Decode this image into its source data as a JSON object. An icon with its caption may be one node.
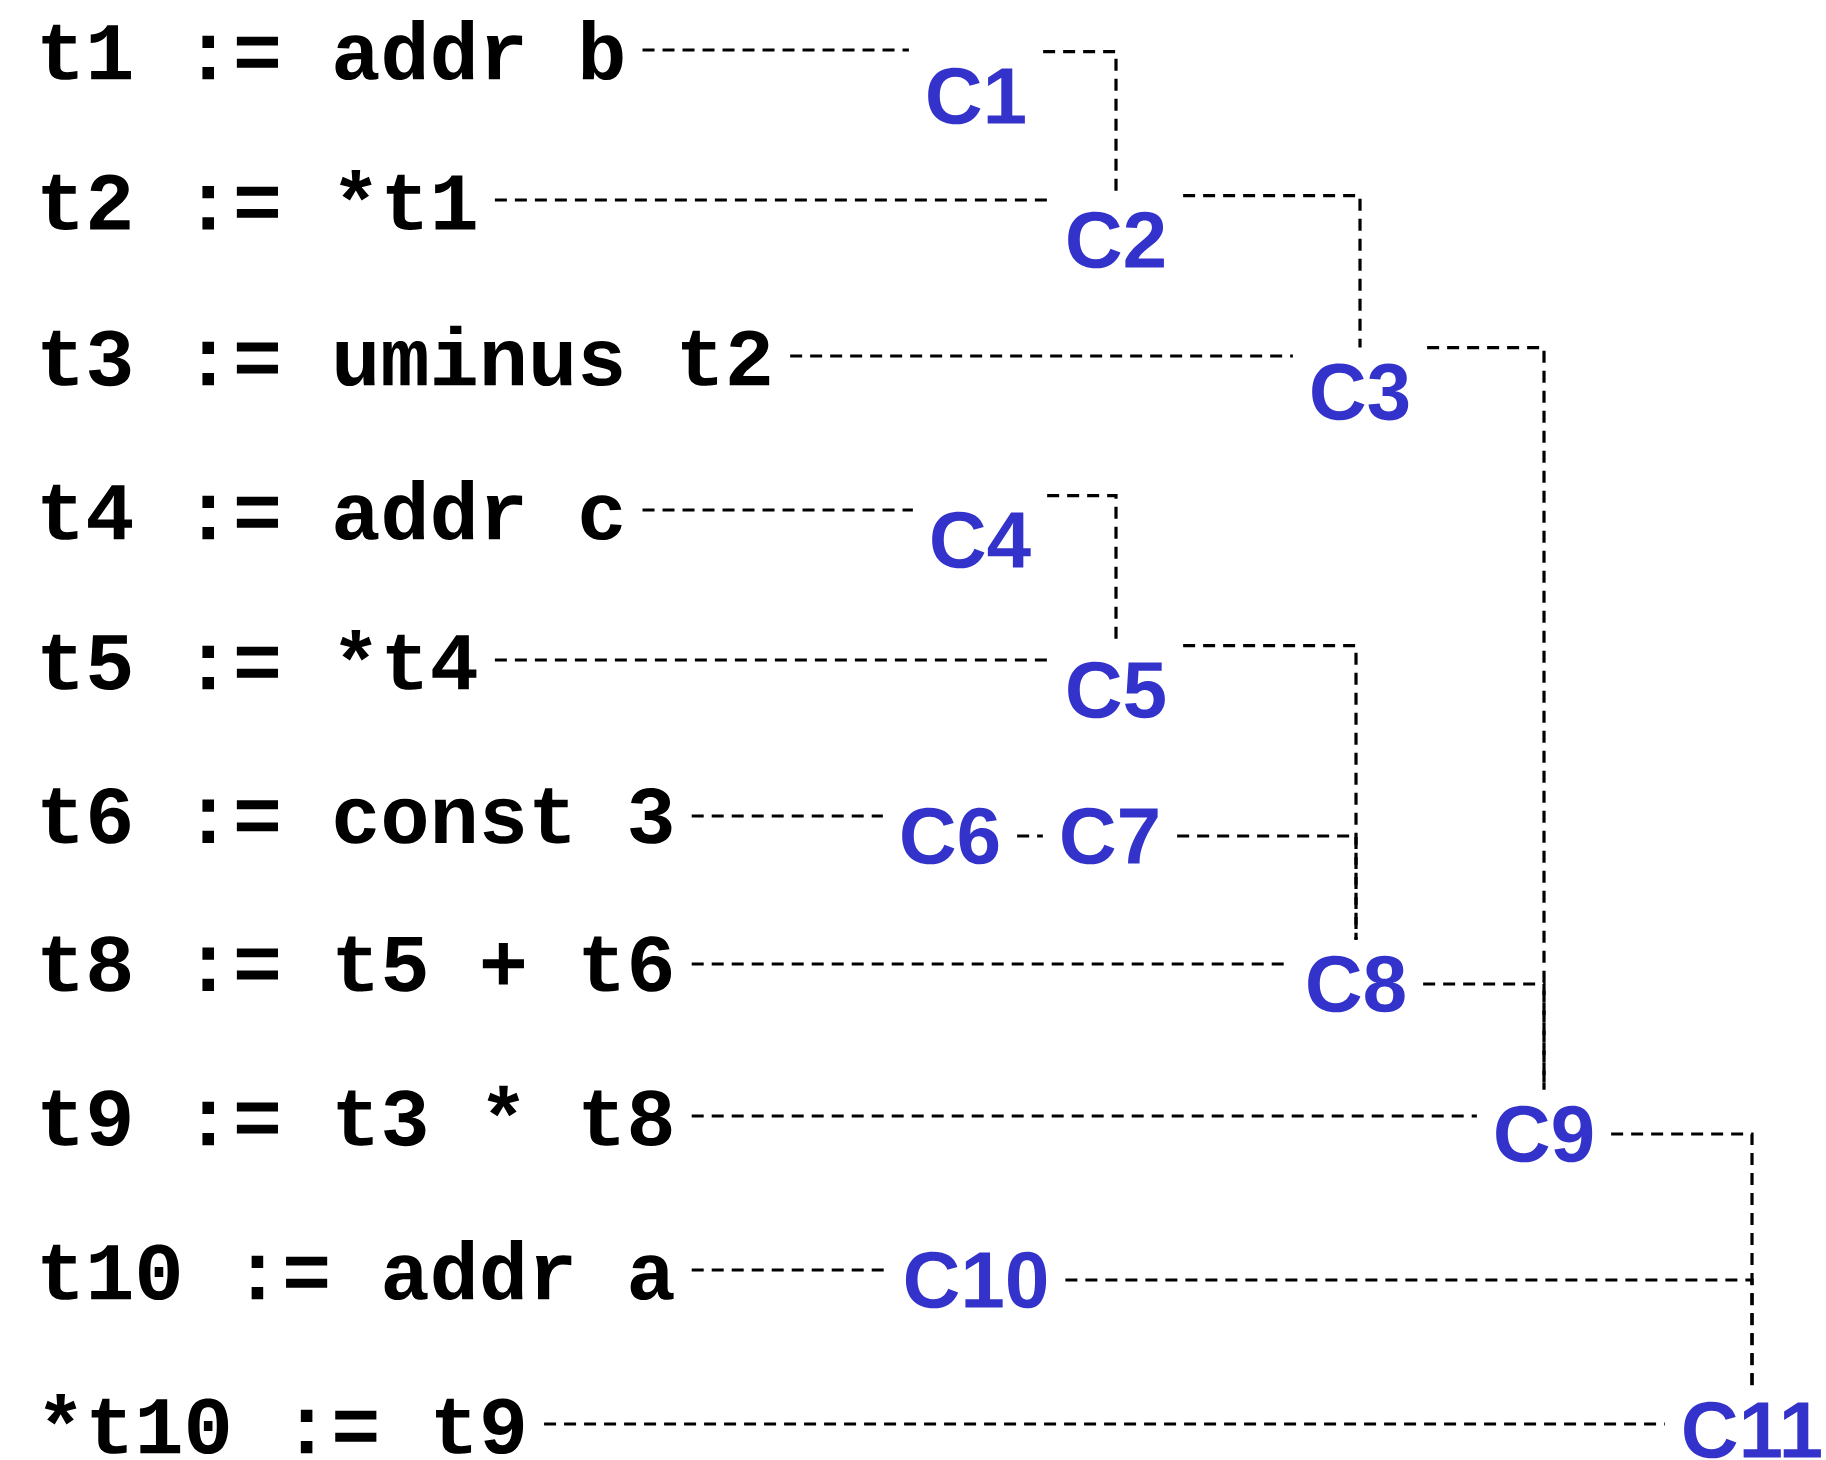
{
  "diagram": {
    "nodes": [
      {
        "text": [
          "t1 := addr b"
        ]
      },
      {
        "text": [
          "t2 := *t1"
        ]
      },
      {
        "text": [
          "t3 := uminus t2"
        ]
      },
      {
        "text": [
          "t4 := addr c"
        ]
      },
      {
        "text": [
          "t5 := *t4"
        ]
      },
      {
        "text": [
          "t6 := const 3"
        ]
      },
      {
        "text": [
          "t8 := t5 + t6"
        ]
      },
      {
        "text": [
          "t9 := t3 * t8"
        ]
      },
      {
        "text": [
          "t10 := addr a"
        ]
      },
      {
        "text": [
          "*t10 := t9"
        ]
      },
      {
        "text": [
          "C1"
        ]
      },
      {
        "text": [
          "C2"
        ]
      },
      {
        "text": [
          "C3"
        ]
      },
      {
        "text": [
          "C4"
        ]
      },
      {
        "text": [
          "C5"
        ]
      },
      {
        "text": [
          "C6"
        ]
      },
      {
        "text": [
          "C7"
        ]
      },
      {
        "text": [
          "C8"
        ]
      },
      {
        "text": [
          "C9"
        ]
      },
      {
        "text": [
          "C10"
        ]
      },
      {
        "text": [
          "C11"
        ]
      }
    ],
    "edges": [
      {
        "from": 0,
        "to": 10,
        "arrow": "none"
      },
      {
        "from": 10,
        "to": 11,
        "arrow": "none"
      },
      {
        "from": 1,
        "to": 11,
        "arrow": "none"
      },
      {
        "from": 11,
        "to": 12,
        "arrow": "none"
      },
      {
        "from": 2,
        "to": 12,
        "arrow": "none"
      },
      {
        "from": 12,
        "to": 18,
        "arrow": "none"
      },
      {
        "from": 3,
        "to": 13,
        "arrow": "none"
      },
      {
        "from": 13,
        "to": 14,
        "arrow": "none"
      },
      {
        "from": 4,
        "to": 14,
        "arrow": "none"
      },
      {
        "from": 14,
        "to": 17,
        "arrow": "none"
      },
      {
        "from": 5,
        "to": 15,
        "arrow": "none"
      },
      {
        "from": 15,
        "to": 16,
        "arrow": "none"
      },
      {
        "from": 16,
        "to": 17,
        "arrow": "none"
      },
      {
        "from": 6,
        "to": 17,
        "arrow": "none"
      },
      {
        "from": 17,
        "to": 18,
        "arrow": "none"
      },
      {
        "from": 7,
        "to": 18,
        "arrow": "none"
      },
      {
        "from": 18,
        "to": 20,
        "arrow": "none"
      },
      {
        "from": 8,
        "to": 19,
        "arrow": "none"
      },
      {
        "from": 19,
        "to": 20,
        "arrow": "none"
      },
      {
        "from": 9,
        "to": 20,
        "arrow": "none"
      }
    ]
  }
}
